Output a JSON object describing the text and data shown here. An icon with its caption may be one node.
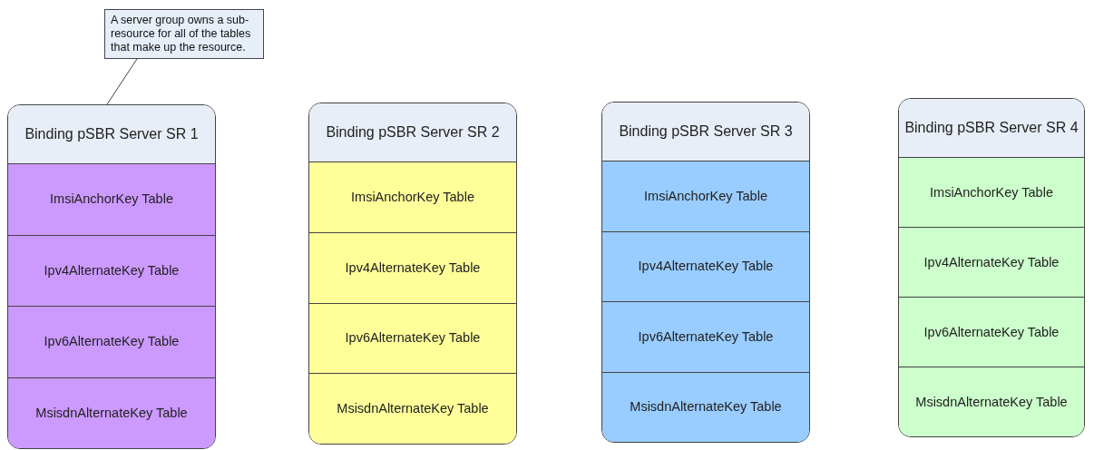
{
  "diagram": {
    "nodes": [
      {
        "text": [
          "A server group owns a sub-resource for all of the tables that make up the resource."
        ]
      },
      {
        "text": [
          "Binding pSBR Server SR 1"
        ]
      },
      {
        "text": [
          "ImsiAnchorKey Table"
        ],
        "in": 1
      },
      {
        "text": [
          "Ipv4AlternateKey Table"
        ],
        "in": 1
      },
      {
        "text": [
          "Ipv6AlternateKey Table"
        ],
        "in": 1
      },
      {
        "text": [
          "MsisdnAlternateKey Table"
        ],
        "in": 1
      },
      {
        "text": [
          "Binding pSBR Server SR 2"
        ]
      },
      {
        "text": [
          "ImsiAnchorKey Table"
        ],
        "in": 6
      },
      {
        "text": [
          "Ipv4AlternateKey Table"
        ],
        "in": 6
      },
      {
        "text": [
          "Ipv6AlternateKey Table"
        ],
        "in": 6
      },
      {
        "text": [
          "MsisdnAlternateKey Table"
        ],
        "in": 6
      },
      {
        "text": [
          "Binding pSBR Server SR 3"
        ]
      },
      {
        "text": [
          "ImsiAnchorKey Table"
        ],
        "in": 11
      },
      {
        "text": [
          "Ipv4AlternateKey Table"
        ],
        "in": 11
      },
      {
        "text": [
          "Ipv6AlternateKey Table"
        ],
        "in": 11
      },
      {
        "text": [
          "MsisdnAlternateKey Table"
        ],
        "in": 11
      },
      {
        "text": [
          "Binding pSBR Server SR 4"
        ]
      },
      {
        "text": [
          "ImsiAnchorKey Table"
        ],
        "in": 16
      },
      {
        "text": [
          "Ipv4AlternateKey Table"
        ],
        "in": 16
      },
      {
        "text": [
          "Ipv6AlternateKey Table"
        ],
        "in": 16
      },
      {
        "text": [
          "MsisdnAlternateKey Table"
        ],
        "in": 16
      }
    ],
    "edges": [
      {
        "from": 0,
        "to": 1,
        "arrow": "none"
      }
    ]
  }
}
